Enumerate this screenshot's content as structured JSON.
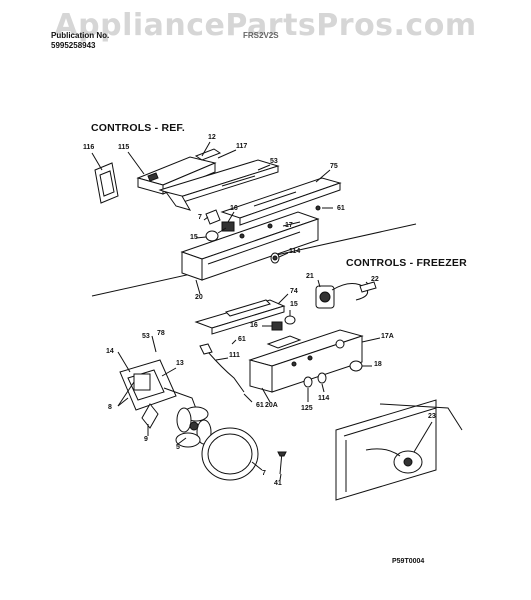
{
  "watermark": "AppliancePartsPros.com",
  "header": {
    "publication_label": "Publication No.",
    "publication_number": "5995258943",
    "model": "FRS2V2S"
  },
  "sections": {
    "ref_title": "CONTROLS - REF.",
    "freezer_title": "CONTROLS - FREEZER"
  },
  "footer_code": "P59T0004",
  "part_labels": {
    "p116": "116",
    "p115": "115",
    "p12": "12",
    "p117": "117",
    "p53a": "53",
    "p75": "75",
    "p7a": "7",
    "p16a": "16",
    "p61a": "61",
    "p15a": "15",
    "p17": "17",
    "p114a": "114",
    "p20": "20",
    "p21": "21",
    "p22": "22",
    "p74": "74",
    "p15b": "15",
    "p16b": "16",
    "p53b": "53",
    "p78": "78",
    "p61b": "61",
    "p17a": "17A",
    "p14": "14",
    "p13": "13",
    "p111": "111",
    "p18": "18",
    "p8": "8",
    "p61c": "61",
    "p20a": "20A",
    "p114b": "114",
    "p125": "125",
    "p9": "9",
    "p5": "5",
    "p23": "23",
    "p7b": "7",
    "p41": "41"
  }
}
